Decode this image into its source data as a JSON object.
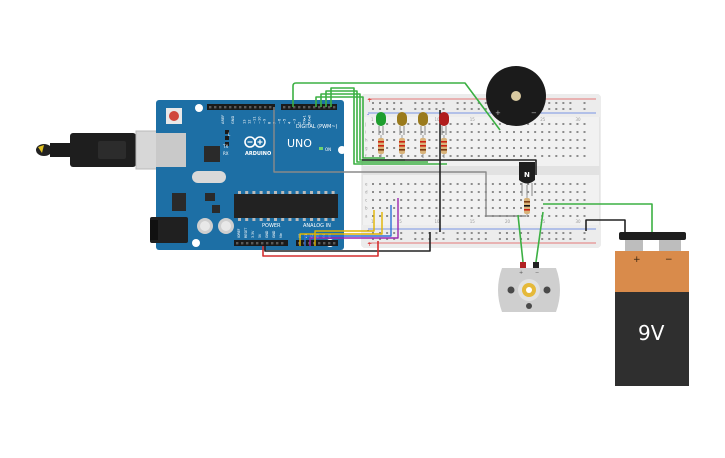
{
  "arduino": {
    "brand": "ARDUINO",
    "model": "UNO",
    "digital_label": "DIGITAL (PWM~)",
    "analog_label": "ANALOG IN",
    "power_label": "POWER",
    "on_label": "ON",
    "tx_label": "TX",
    "rx_label": "RX",
    "l_label": "L",
    "aref_label": "AREF",
    "gnd_label": "GND",
    "digital_pins": [
      "13",
      "12",
      "~11",
      "~10",
      "~9",
      "8",
      "7",
      "~6",
      "~5",
      "4",
      "~3",
      "2",
      "TX▸1",
      "RX◂0"
    ],
    "power_pins": [
      "IOREF",
      "RESET",
      "3.3V",
      "5V",
      "GND",
      "GND",
      "Vin"
    ],
    "analog_pins": [
      "A0",
      "A1",
      "A2",
      "A3",
      "A4",
      "A5"
    ]
  },
  "breadboard": {
    "column_numbers": [
      "1",
      "5",
      "10",
      "15",
      "20",
      "25",
      "30"
    ],
    "row_letters_top": [
      "j",
      "i",
      "h",
      "g",
      "f"
    ],
    "row_letters_bottom": [
      "e",
      "d",
      "c",
      "b",
      "a"
    ],
    "rail_plus": "+",
    "rail_minus": "-"
  },
  "buzzer": {
    "plus": "+",
    "minus": "−"
  },
  "transistor": {
    "label": "N"
  },
  "motor": {
    "left_pin": "+",
    "right_pin": "−"
  },
  "battery": {
    "label": "9V",
    "plus": "+",
    "minus": "−"
  },
  "colors": {
    "board": "#1d6fa5",
    "wire_green": "#3cb043",
    "wire_red": "#d32f2f",
    "wire_black": "#222222",
    "wire_yellow": "#e0b400",
    "wire_blue": "#2e6fd6",
    "wire_purple": "#9c27b0",
    "wire_grey": "#8a8a8a",
    "led_green": "#1e9e2e",
    "led_yellow": "#9a7a1c",
    "led_red": "#b01c1c",
    "battery_top": "#d98b4b",
    "battery_body": "#2f2f2f"
  }
}
